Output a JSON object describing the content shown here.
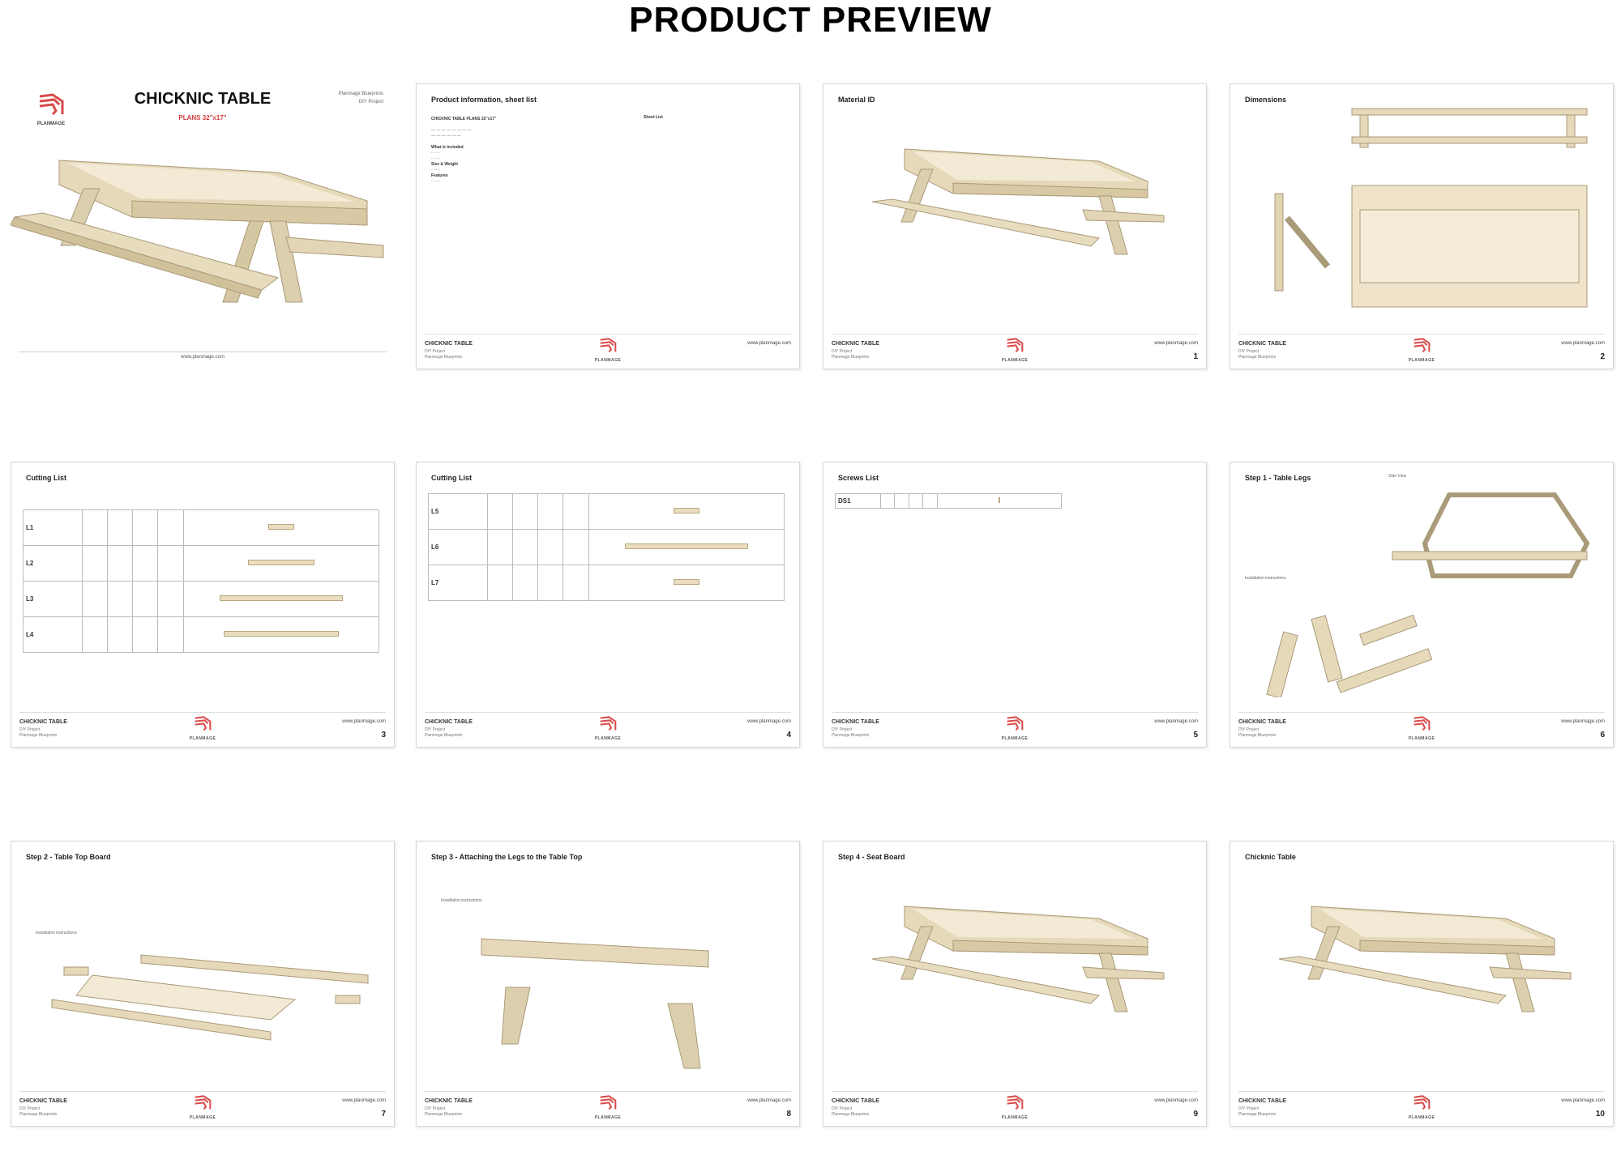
{
  "heading": "PRODUCT PREVIEW",
  "brand": {
    "name": "PLANMAGE",
    "logo_color": "#d94a4a",
    "url": "www.planmage.com",
    "wood_color": "#e9dcbf"
  },
  "cover": {
    "title": "CHICKNIC TABLE",
    "subtitle": "PLANS 32\"x17\"",
    "top_right": [
      "Planmage Blueprints",
      "DIY Project"
    ],
    "footer_url": "www.planmage.com"
  },
  "footer": {
    "project": "CHICKNIC TABLE",
    "lines": [
      "DIY Project",
      "Planmage Blueprints"
    ]
  },
  "info": {
    "heading": "CHICKNIC TABLE PLANS 32\"x17\"",
    "sections": [
      "What is included",
      "Size & Weight",
      "Features"
    ],
    "sheet_list_label": "Sheet List"
  },
  "pages": [
    {
      "title": "Product information, sheet list",
      "number": "",
      "kind": "info"
    },
    {
      "title": "Material ID",
      "number": "1",
      "kind": "table3d"
    },
    {
      "title": "Dimensions",
      "number": "2",
      "kind": "dims"
    },
    {
      "title": "Cutting List",
      "number": "3",
      "kind": "cut1"
    },
    {
      "title": "Cutting List",
      "number": "4",
      "kind": "cut2"
    },
    {
      "title": "Screws List",
      "number": "5",
      "kind": "screws"
    },
    {
      "title": "Step 1 - Table Legs",
      "number": "6",
      "kind": "legs"
    },
    {
      "title": "Step 2 - Table Top Board",
      "number": "7",
      "kind": "top"
    },
    {
      "title": "Step 3 - Attaching the Legs to the Table Top",
      "number": "8",
      "kind": "attach"
    },
    {
      "title": "Step 4 - Seat Board",
      "number": "9",
      "kind": "table3d"
    },
    {
      "title": "Chicknic Table",
      "number": "10",
      "kind": "table3d"
    }
  ],
  "cutting_list_1": {
    "rows": [
      "L1",
      "L2",
      "L3",
      "L4"
    ]
  },
  "cutting_list_2": {
    "rows": [
      "L5",
      "L6",
      "L7"
    ]
  },
  "screws_list": {
    "rows": [
      "DS1"
    ]
  },
  "step_labels": {
    "installation": "Installation instructions",
    "side_view": "Side View"
  }
}
